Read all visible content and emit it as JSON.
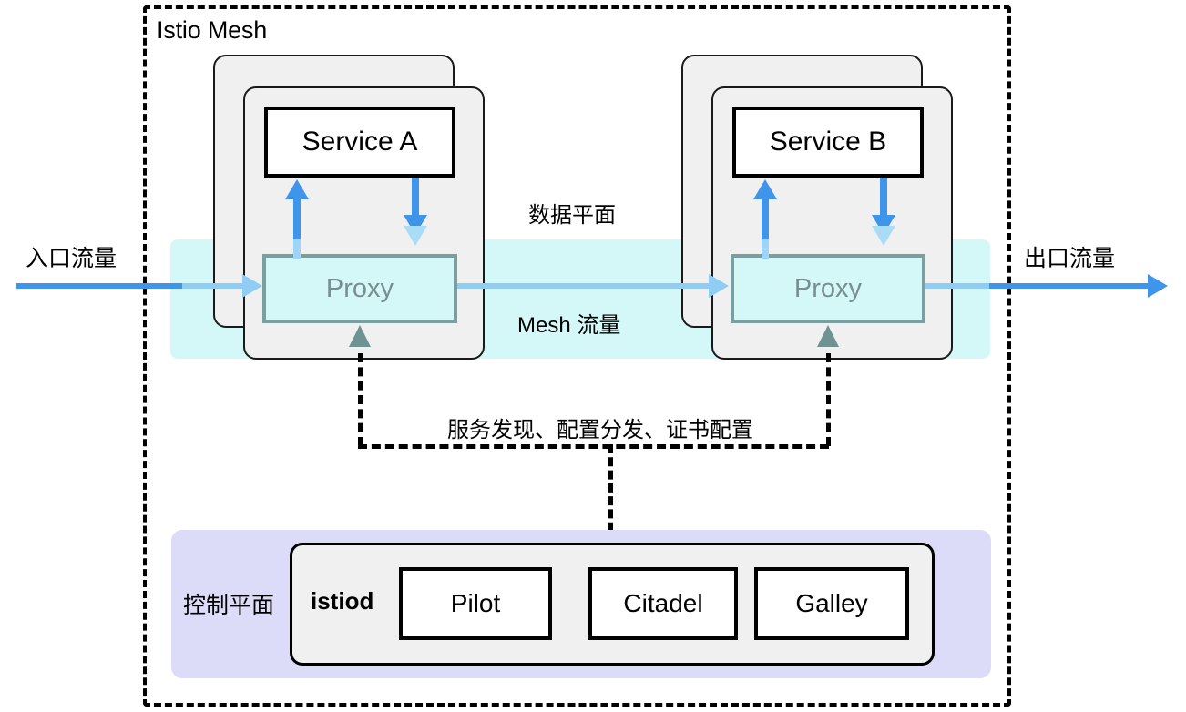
{
  "diagram": {
    "title": "Istio Mesh",
    "colors": {
      "data_plane_band": "#d4f8f8",
      "control_plane_panel": "#dcdcf8",
      "pod_card": "#f0f0f0",
      "traffic_arrow": "#3f95ea",
      "traffic_arrow_faded": "#8fcdf4",
      "proxy_border": "#7a9fa0",
      "proxy_text": "#7a8e90",
      "boundary": "#000000"
    }
  },
  "labels": {
    "ingress_traffic": "入口流量",
    "egress_traffic": "出口流量",
    "data_plane": "数据平面",
    "mesh_traffic": "Mesh 流量",
    "control_plane": "控制平面",
    "config_flow": "服务发现、配置分发、证书配置"
  },
  "pods": [
    {
      "service": "Service A",
      "proxy": "Proxy"
    },
    {
      "service": "Service B",
      "proxy": "Proxy"
    }
  ],
  "control_plane": {
    "istiod_label": "istiod",
    "components": [
      {
        "name": "Pilot"
      },
      {
        "name": "Citadel"
      },
      {
        "name": "Galley"
      }
    ]
  }
}
